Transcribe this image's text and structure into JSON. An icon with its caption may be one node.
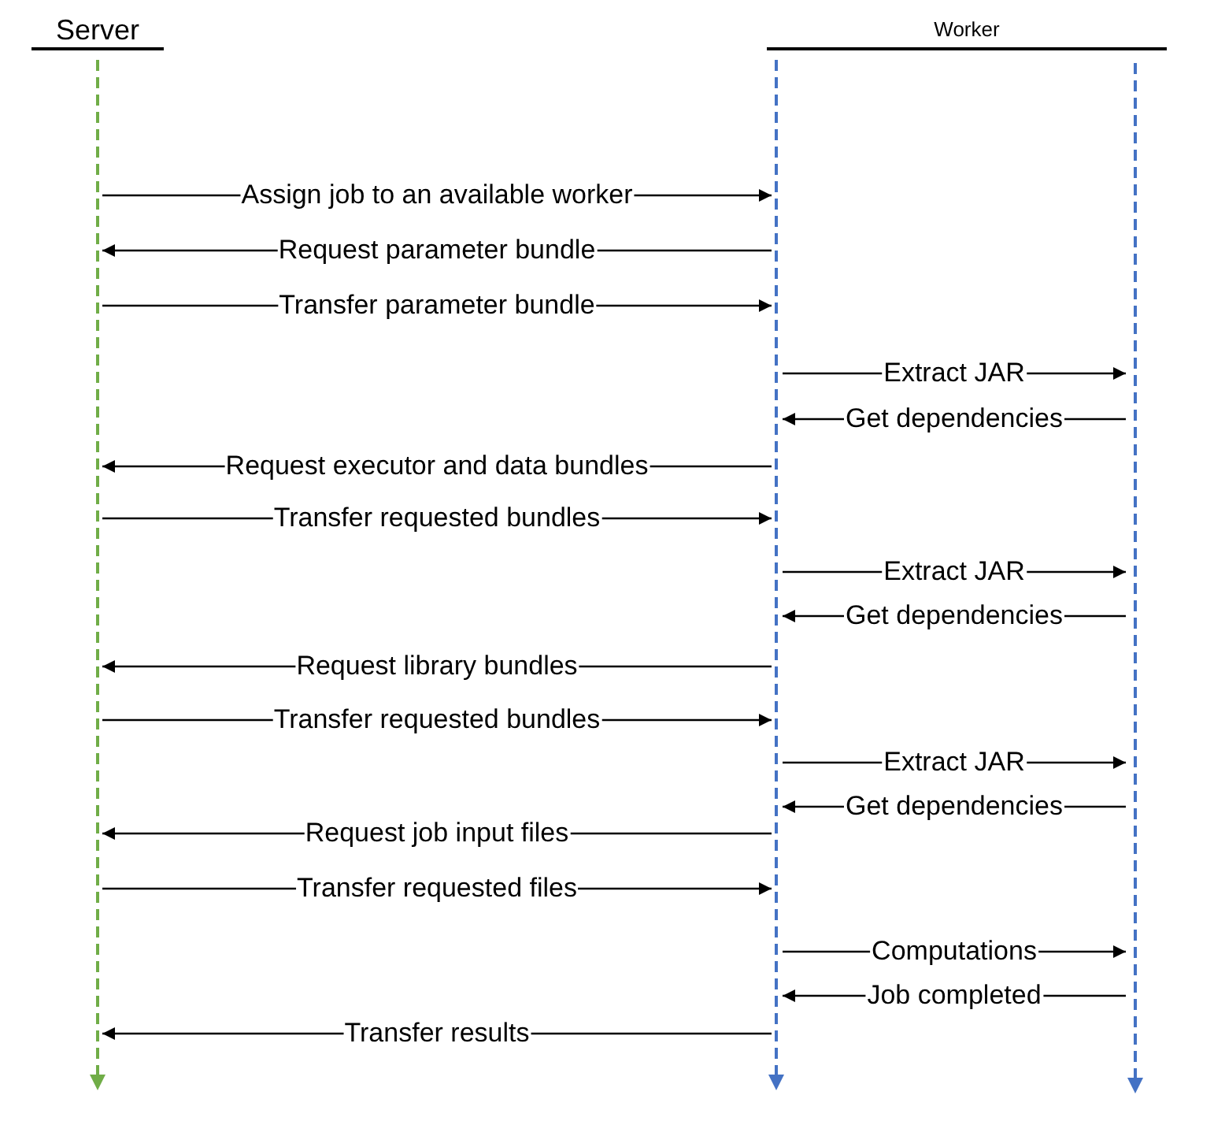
{
  "diagram": {
    "nodes": [
      {
        "text": [
          "Server"
        ]
      },
      {
        "text": [
          "Worker"
        ]
      },
      {
        "text": [],
        "shape": "bar"
      }
    ],
    "edges": [
      {
        "from": 0,
        "to": 1,
        "arrow": "to",
        "label": "Assign job to an available worker"
      },
      {
        "from": 1,
        "to": 0,
        "arrow": "to",
        "label": "Request parameter bundle"
      },
      {
        "from": 0,
        "to": 1,
        "arrow": "to",
        "label": "Transfer parameter bundle"
      },
      {
        "from": 1,
        "to": 2,
        "arrow": "to",
        "label": "Extract JAR"
      },
      {
        "from": 2,
        "to": 1,
        "arrow": "to",
        "label": "Get dependencies"
      },
      {
        "from": 1,
        "to": 0,
        "arrow": "to",
        "label": "Request executor and data bundles"
      },
      {
        "from": 0,
        "to": 1,
        "arrow": "to",
        "label": "Transfer requested bundles"
      },
      {
        "from": 1,
        "to": 2,
        "arrow": "to",
        "label": "Extract JAR"
      },
      {
        "from": 2,
        "to": 1,
        "arrow": "to",
        "label": "Get dependencies"
      },
      {
        "from": 1,
        "to": 0,
        "arrow": "to",
        "label": "Request library bundles"
      },
      {
        "from": 0,
        "to": 1,
        "arrow": "to",
        "label": "Transfer requested bundles"
      },
      {
        "from": 1,
        "to": 2,
        "arrow": "to",
        "label": "Extract JAR"
      },
      {
        "from": 2,
        "to": 1,
        "arrow": "to",
        "label": "Get dependencies"
      },
      {
        "from": 1,
        "to": 0,
        "arrow": "to",
        "label": "Request job input files"
      },
      {
        "from": 0,
        "to": 1,
        "arrow": "to",
        "label": "Transfer requested files"
      },
      {
        "from": 1,
        "to": 2,
        "arrow": "to",
        "label": "Computations"
      },
      {
        "from": 2,
        "to": 1,
        "arrow": "to",
        "label": "Job completed"
      },
      {
        "from": 1,
        "to": 0,
        "arrow": "to",
        "label": "Transfer results"
      }
    ]
  }
}
